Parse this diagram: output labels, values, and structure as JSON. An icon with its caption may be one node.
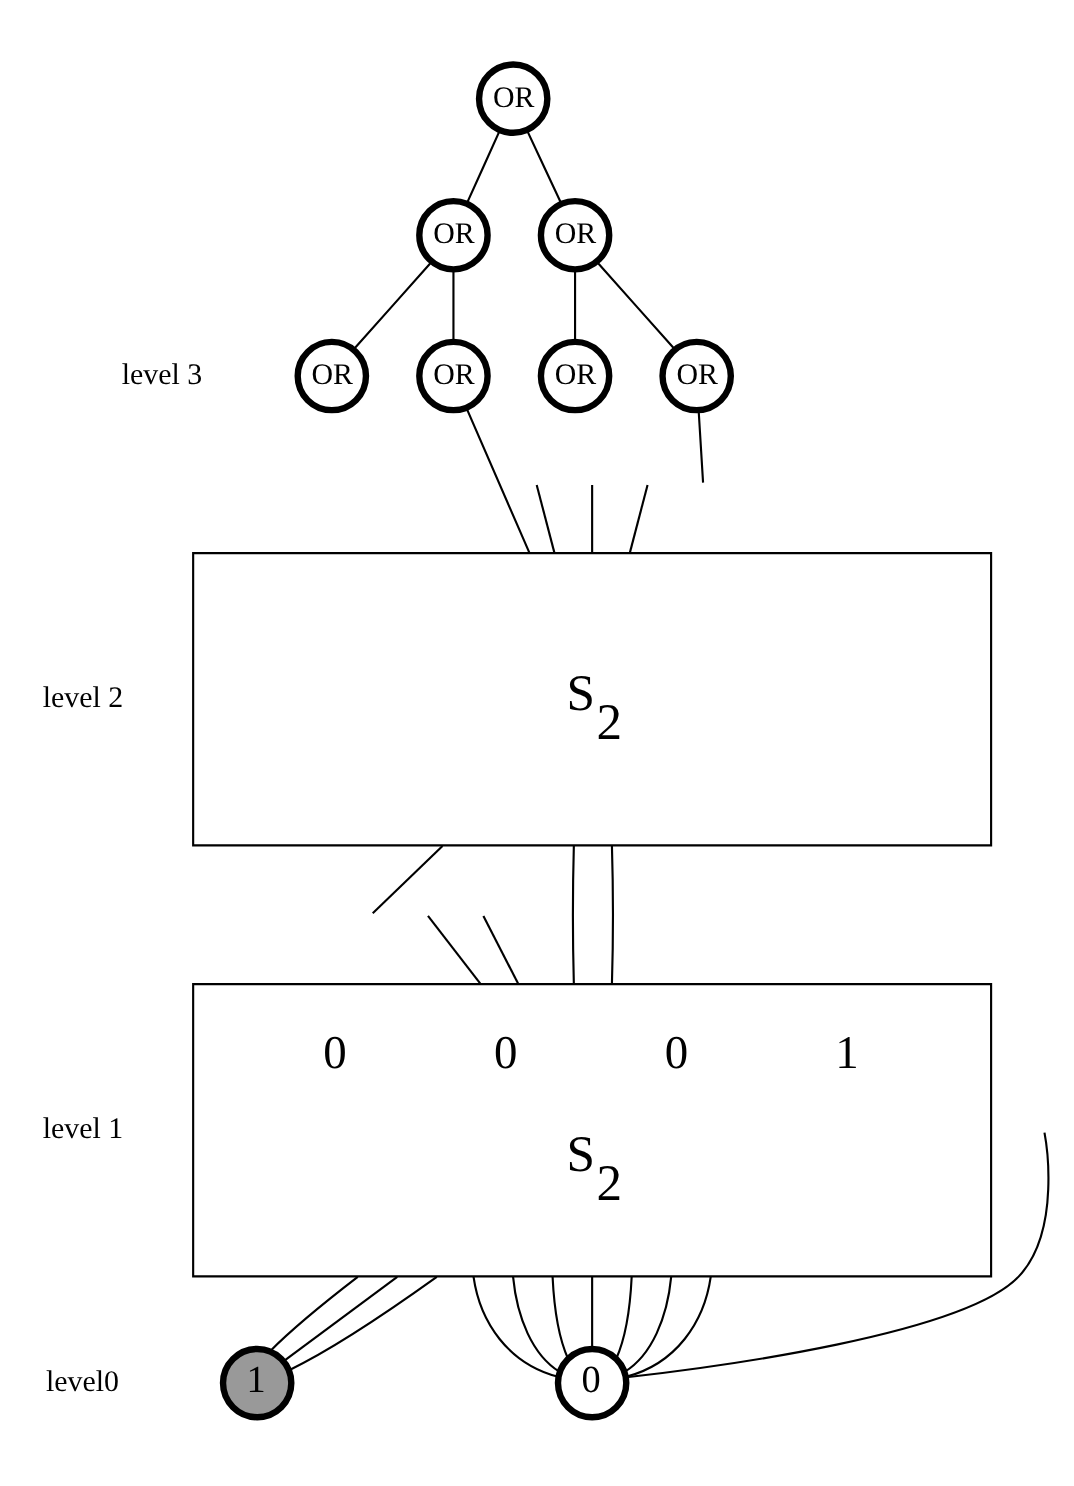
{
  "diagram": {
    "nodes": [
      {
        "text": [
          "OR"
        ]
      },
      {
        "text": [
          "OR"
        ]
      },
      {
        "text": [
          "OR"
        ]
      },
      {
        "text": [
          "OR"
        ]
      },
      {
        "text": [
          "OR"
        ]
      },
      {
        "text": [
          "OR"
        ]
      },
      {
        "text": [
          "OR"
        ]
      },
      {
        "text": [
          "S$_{2}$"
        ]
      },
      {
        "text": [
          "0",
          "0",
          "0",
          "1",
          "S$_{2}$"
        ]
      },
      {
        "text": [
          "1"
        ]
      },
      {
        "text": [
          "0"
        ]
      }
    ],
    "edges": [
      {
        "from": 0,
        "to": 1,
        "arrow": "none"
      },
      {
        "from": 0,
        "to": 2,
        "arrow": "none"
      },
      {
        "from": 1,
        "to": 3,
        "arrow": "none"
      },
      {
        "from": 1,
        "to": 4,
        "arrow": "none"
      },
      {
        "from": 2,
        "to": 5,
        "arrow": "none"
      },
      {
        "from": 2,
        "to": 6,
        "arrow": "none"
      },
      {
        "from": null,
        "to": 7,
        "arrow": "none"
      },
      {
        "from": 4,
        "to": 7,
        "arrow": "none"
      },
      {
        "from": null,
        "to": 7,
        "arrow": "none"
      },
      {
        "from": null,
        "to": 7,
        "arrow": "none"
      },
      {
        "from": 6,
        "to": null,
        "arrow": "none"
      },
      {
        "from": 7,
        "to": 8,
        "arrow": "none"
      },
      {
        "from": 7,
        "to": 8,
        "arrow": "none"
      },
      {
        "from": 7,
        "to": null,
        "arrow": "none"
      },
      {
        "from": null,
        "to": 8,
        "arrow": "none"
      },
      {
        "from": null,
        "to": 8,
        "arrow": "none"
      },
      {
        "from": 8,
        "to": 10,
        "arrow": "none"
      },
      {
        "from": 8,
        "to": 10,
        "arrow": "none"
      },
      {
        "from": 8,
        "to": 10,
        "arrow": "none"
      },
      {
        "from": 8,
        "to": 10,
        "arrow": "none"
      },
      {
        "from": 8,
        "to": 9,
        "arrow": "none"
      },
      {
        "from": 8,
        "to": 10,
        "arrow": "none"
      },
      {
        "from": 8,
        "to": 10,
        "arrow": "none"
      },
      {
        "from": 8,
        "to": 9,
        "arrow": "none"
      },
      {
        "from": 8,
        "to": 9,
        "arrow": "none"
      },
      {
        "from": 8,
        "to": 10,
        "arrow": "none"
      },
      {
        "from": null,
        "to": 10,
        "arrow": "none"
      }
    ],
    "labels": [
      "level 3",
      "level 2",
      "level 1",
      "level0"
    ]
  }
}
